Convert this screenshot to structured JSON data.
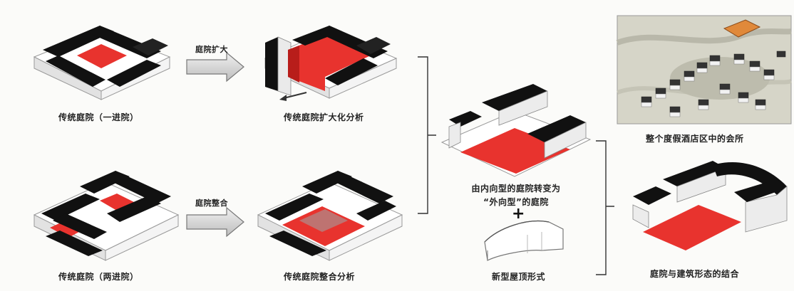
{
  "labels": {
    "trad_courtyard_1": "传统庭院（一进院）",
    "expand_analysis": "传统庭院扩大化分析",
    "trad_courtyard_2": "传统庭院（两进院）",
    "integrate_analysis": "传统庭院整合分析",
    "inward_outward_line1": "由内向型的庭院转变为",
    "inward_outward_line2": "“外向型”的庭院",
    "new_roof": "新型屋顶形式",
    "whole_resort": "整个度假酒店区中的会所",
    "courtyard_building": "庭院与建筑形态的结合",
    "arrow_expand": "庭院扩大",
    "arrow_integrate": "庭院整合",
    "plus": "+"
  },
  "colors": {
    "roof": "#111111",
    "wall": "#ffffff",
    "wall_shade": "#d9d9d9",
    "courtyard": "#e8332e",
    "courtyard_dark": "#b81d1a",
    "arrow_fill": "#d8d8d8",
    "arrow_stroke": "#777777",
    "bracket": "#333333",
    "site_bg": "#d6d5c8",
    "highlight": "#e0893a"
  }
}
